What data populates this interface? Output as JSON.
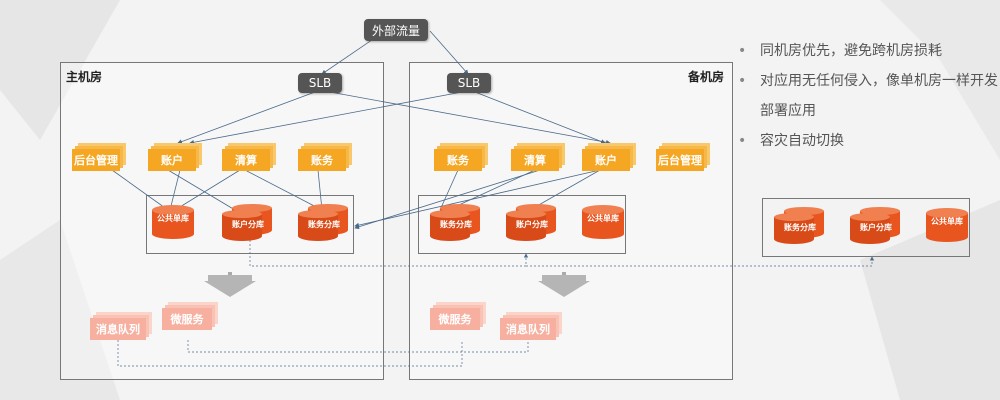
{
  "external": "外部流量",
  "main_room": {
    "label": "主机房",
    "slb": "SLB",
    "services": [
      "后台管理",
      "账户",
      "清算",
      "账务"
    ],
    "dbs": [
      "公共单库",
      "账户分库",
      "账务分库"
    ],
    "queue": [
      "消息队列",
      "微服务"
    ]
  },
  "backup_room": {
    "label": "备机房",
    "slb": "SLB",
    "services": [
      "账务",
      "清算",
      "账户",
      "后台管理"
    ],
    "dbs": [
      "账务分库",
      "账户分库",
      "公共单库"
    ],
    "queue": [
      "微服务",
      "消息队列"
    ]
  },
  "third_site": {
    "dbs": [
      "账务分库",
      "账户分库",
      "公共单库"
    ]
  },
  "bullets": [
    "同机房优先，避免跨机房损耗",
    "对应用无任何侵入，像单机房一样开发部署应用",
    "容灾自动切换"
  ],
  "colors": {
    "service_orange": "#f5a623",
    "db_orange": "#e8551f",
    "dark": "#555555",
    "line": "#4a6a8a"
  }
}
